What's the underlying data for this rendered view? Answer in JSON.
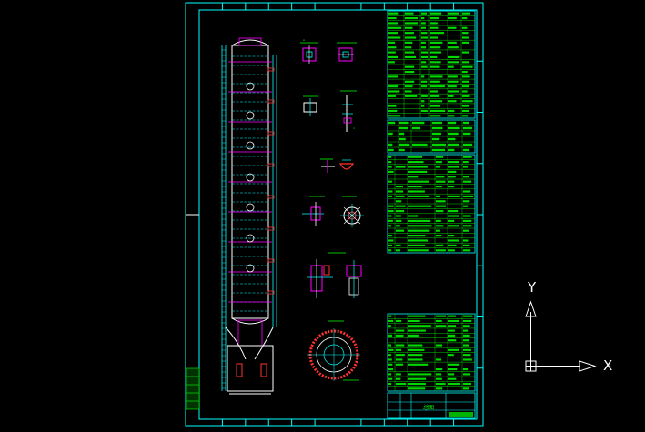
{
  "app": {
    "view": "model-space",
    "background_color": "#000000"
  },
  "colors": {
    "frame": "#00ffff",
    "text": "#00ff00",
    "magenta": "#ff00ff",
    "red": "#ff3333",
    "white": "#ffffff",
    "yellow": "#ffff00"
  },
  "drawing": {
    "title_cell": "总图",
    "ucs": {
      "x_label": "X",
      "y_label": "Y"
    }
  }
}
